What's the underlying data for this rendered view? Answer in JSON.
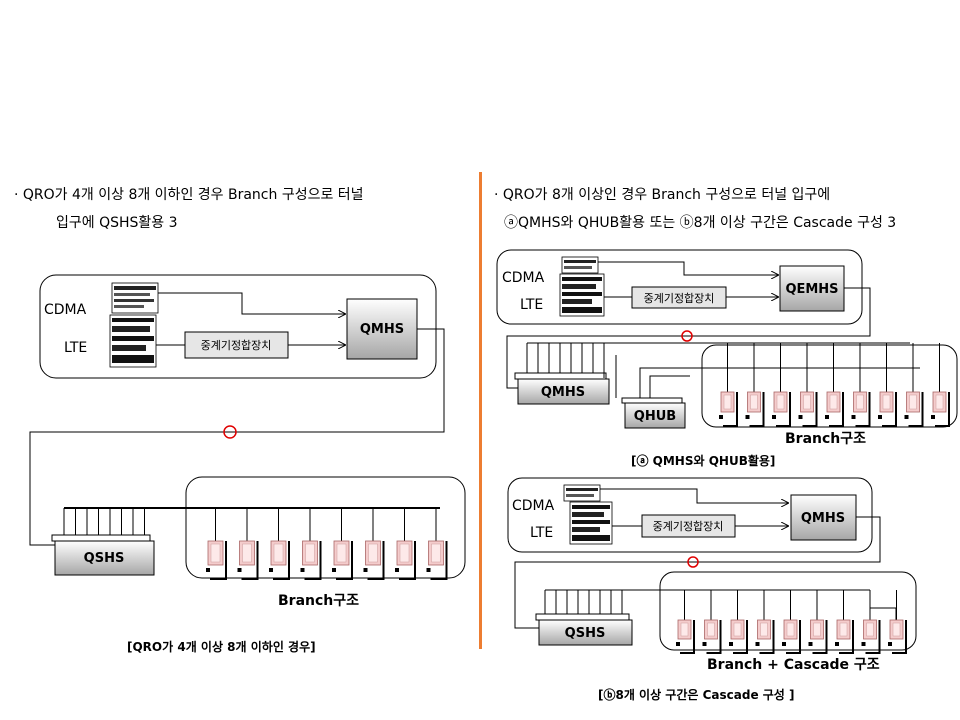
{
  "left": {
    "bullet_line1": "· QRO가 4개 이상 8개 이하인 경우 Branch 구성으로 터널",
    "bullet_line2": "입구에 QSHS활용 3",
    "cdma": "CDMA",
    "lte": "LTE",
    "relay": "중계기정합장치",
    "qmhs": "QMHS",
    "qshs": "QSHS",
    "branch": "Branch구조",
    "caption": "[QRO가 4개 이상 8개 이하인 경우]"
  },
  "right": {
    "bullet_line1": "· QRO가 8개 이상인 경우 Branch 구성으로 터널 입구에",
    "bullet_line2": "ⓐQMHS와 QHUB활용 또는 ⓑ8개 이상 구간은 Cascade 구성 3",
    "top": {
      "cdma": "CDMA",
      "lte": "LTE",
      "relay": "중계기정합장치",
      "qemhs": "QEMHS",
      "qmhs": "QMHS",
      "qhub": "QHUB",
      "branch": "Branch구조",
      "caption": "[ⓐ QMHS와 QHUB활용]"
    },
    "bottom": {
      "cdma": "CDMA",
      "lte": "LTE",
      "relay": "중계기정합장치",
      "qmhs": "QMHS",
      "qshs": "QSHS",
      "branch": "Branch + Cascade 구조",
      "caption": "[ⓑ8개 이상 구간은 Cascade 구성 ]"
    }
  },
  "colors": {
    "divider": "#ed7d31",
    "cut_marker": "#e00000",
    "node_gradient_start": "#ffffff",
    "node_gradient_end": "#a6a6a6"
  }
}
